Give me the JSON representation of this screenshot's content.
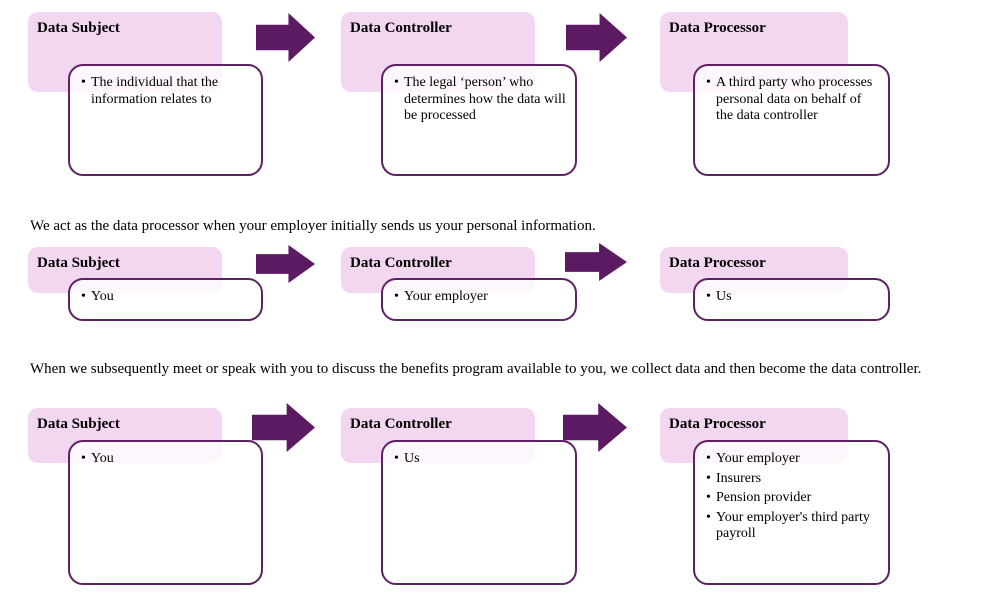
{
  "colors": {
    "header_pink": "#F3D6EF",
    "arrow_purple": "#5C1A63",
    "box_border_purple": "#5E2163",
    "text": "#000000"
  },
  "paragraphs": {
    "first": "We act as the data processor when your employer initially sends us your personal information.",
    "second": "When we subsequently meet or speak with you to discuss the benefits program available to you, we collect data and then become the data controller."
  },
  "rows": [
    {
      "units": [
        {
          "title": "Data Subject",
          "bullets": [
            "The individual that the information relates to"
          ]
        },
        {
          "title": "Data Controller",
          "bullets": [
            "The legal ‘person’ who determines how the data will be processed"
          ]
        },
        {
          "title": "Data Processor",
          "bullets": [
            "A third party who processes personal data on behalf of the data controller"
          ]
        }
      ]
    },
    {
      "units": [
        {
          "title": "Data Subject",
          "bullets": [
            "You"
          ]
        },
        {
          "title": "Data Controller",
          "bullets": [
            "Your employer"
          ]
        },
        {
          "title": "Data Processor",
          "bullets": [
            "Us"
          ]
        }
      ]
    },
    {
      "units": [
        {
          "title": "Data Subject",
          "bullets": [
            "You"
          ]
        },
        {
          "title": "Data Controller",
          "bullets": [
            "Us"
          ]
        },
        {
          "title": "Data Processor",
          "bullets": [
            "Your employer",
            "Insurers",
            "Pension provider",
            "Your employer's third party payroll"
          ]
        }
      ]
    }
  ]
}
